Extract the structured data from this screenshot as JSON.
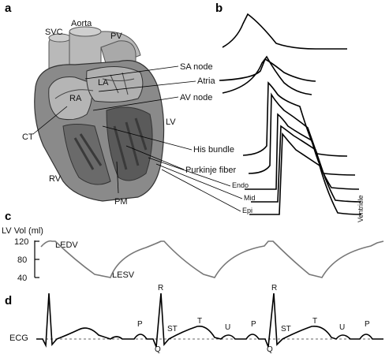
{
  "panels": {
    "a": "a",
    "b": "b",
    "c": "c",
    "d": "d"
  },
  "heart": {
    "svc": "SVC",
    "aorta": "Aorta",
    "pv": "PV",
    "la": "LA",
    "ra": "RA",
    "ct": "CT",
    "lv": "LV",
    "rv": "RV",
    "pm": "PM"
  },
  "action_potentials": {
    "sa_node": "SA node",
    "atria": "Atria",
    "av_node": "AV node",
    "his_bundle": "His bundle",
    "purkinje": "Purkinje fiber",
    "endo": "Endo",
    "mid": "Mid",
    "epi": "Epi",
    "ventricle": "Ventricle"
  },
  "lv_volume": {
    "ylabel": "LV Vol (ml)",
    "ticks": [
      "120",
      "80",
      "40"
    ],
    "ledv": "LEDV",
    "lesv": "LESV"
  },
  "ecg": {
    "label": "ECG",
    "waves": [
      "P",
      "R",
      "ST",
      "T",
      "U",
      "P",
      "R",
      "ST",
      "T",
      "U",
      "P"
    ],
    "q": [
      "Q",
      "Q"
    ]
  },
  "colors": {
    "heart_outer": "#8a8a8a",
    "heart_dark": "#5a5a5a",
    "vessel": "#b9b9b9",
    "curve": "#777777"
  }
}
